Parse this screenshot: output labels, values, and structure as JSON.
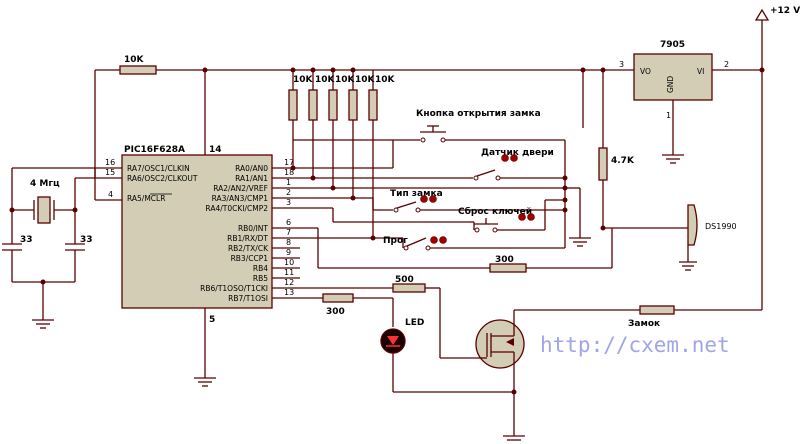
{
  "mcu": {
    "name": "PIC16F628A",
    "vdd_pin": "14",
    "vss_pin": "5",
    "pins_left": [
      {
        "num": "16",
        "label": "RA7/OSC1/CLKIN"
      },
      {
        "num": "15",
        "label": "RA6/OSC2/CLKOUT"
      },
      {
        "num": "4",
        "label": "RA5/MCLR"
      }
    ],
    "pins_right": [
      {
        "num": "17",
        "label": "RA0/AN0"
      },
      {
        "num": "18",
        "label": "RA1/AN1"
      },
      {
        "num": "1",
        "label": "RA2/AN2/VREF"
      },
      {
        "num": "2",
        "label": "RA3/AN3/CMP1"
      },
      {
        "num": "3",
        "label": "RA4/T0CKI/CMP2"
      },
      {
        "num": "6",
        "label": "RB0/INT"
      },
      {
        "num": "7",
        "label": "RB1/RX/DT"
      },
      {
        "num": "8",
        "label": "RB2/TX/CK"
      },
      {
        "num": "9",
        "label": "RB3/CCP1"
      },
      {
        "num": "10",
        "label": "RB4"
      },
      {
        "num": "11",
        "label": "RB5"
      },
      {
        "num": "12",
        "label": "RB6/T1OSO/T1CKI"
      },
      {
        "num": "13",
        "label": "RB7/T1OSI"
      }
    ]
  },
  "labels": {
    "r_mclr": "10K",
    "r_pullups": [
      "10K",
      "10K",
      "10K",
      "10K",
      "10K"
    ],
    "crystal": "4 Мгц",
    "cap1": "33",
    "cap2": "33",
    "btn_open": "Кнопка открытия замка",
    "sensor_door": "Датчик двери",
    "lock_type": "Тип замка",
    "key_reset": "Сброс ключей",
    "prog": "Прог",
    "r_47k": "4.7K",
    "reader": "DS1990",
    "r_300_top": "300",
    "r_500": "500",
    "r_300_bottom": "300",
    "led": "LED",
    "lock": "Замок",
    "reg_name": "7905",
    "reg_vo": "VO",
    "reg_vi": "VI",
    "reg_gnd": "GND",
    "reg_pin3": "3",
    "reg_pin2": "2",
    "reg_pin1": "1",
    "supply": "+12 V"
  },
  "watermark": "http://cxem.net"
}
